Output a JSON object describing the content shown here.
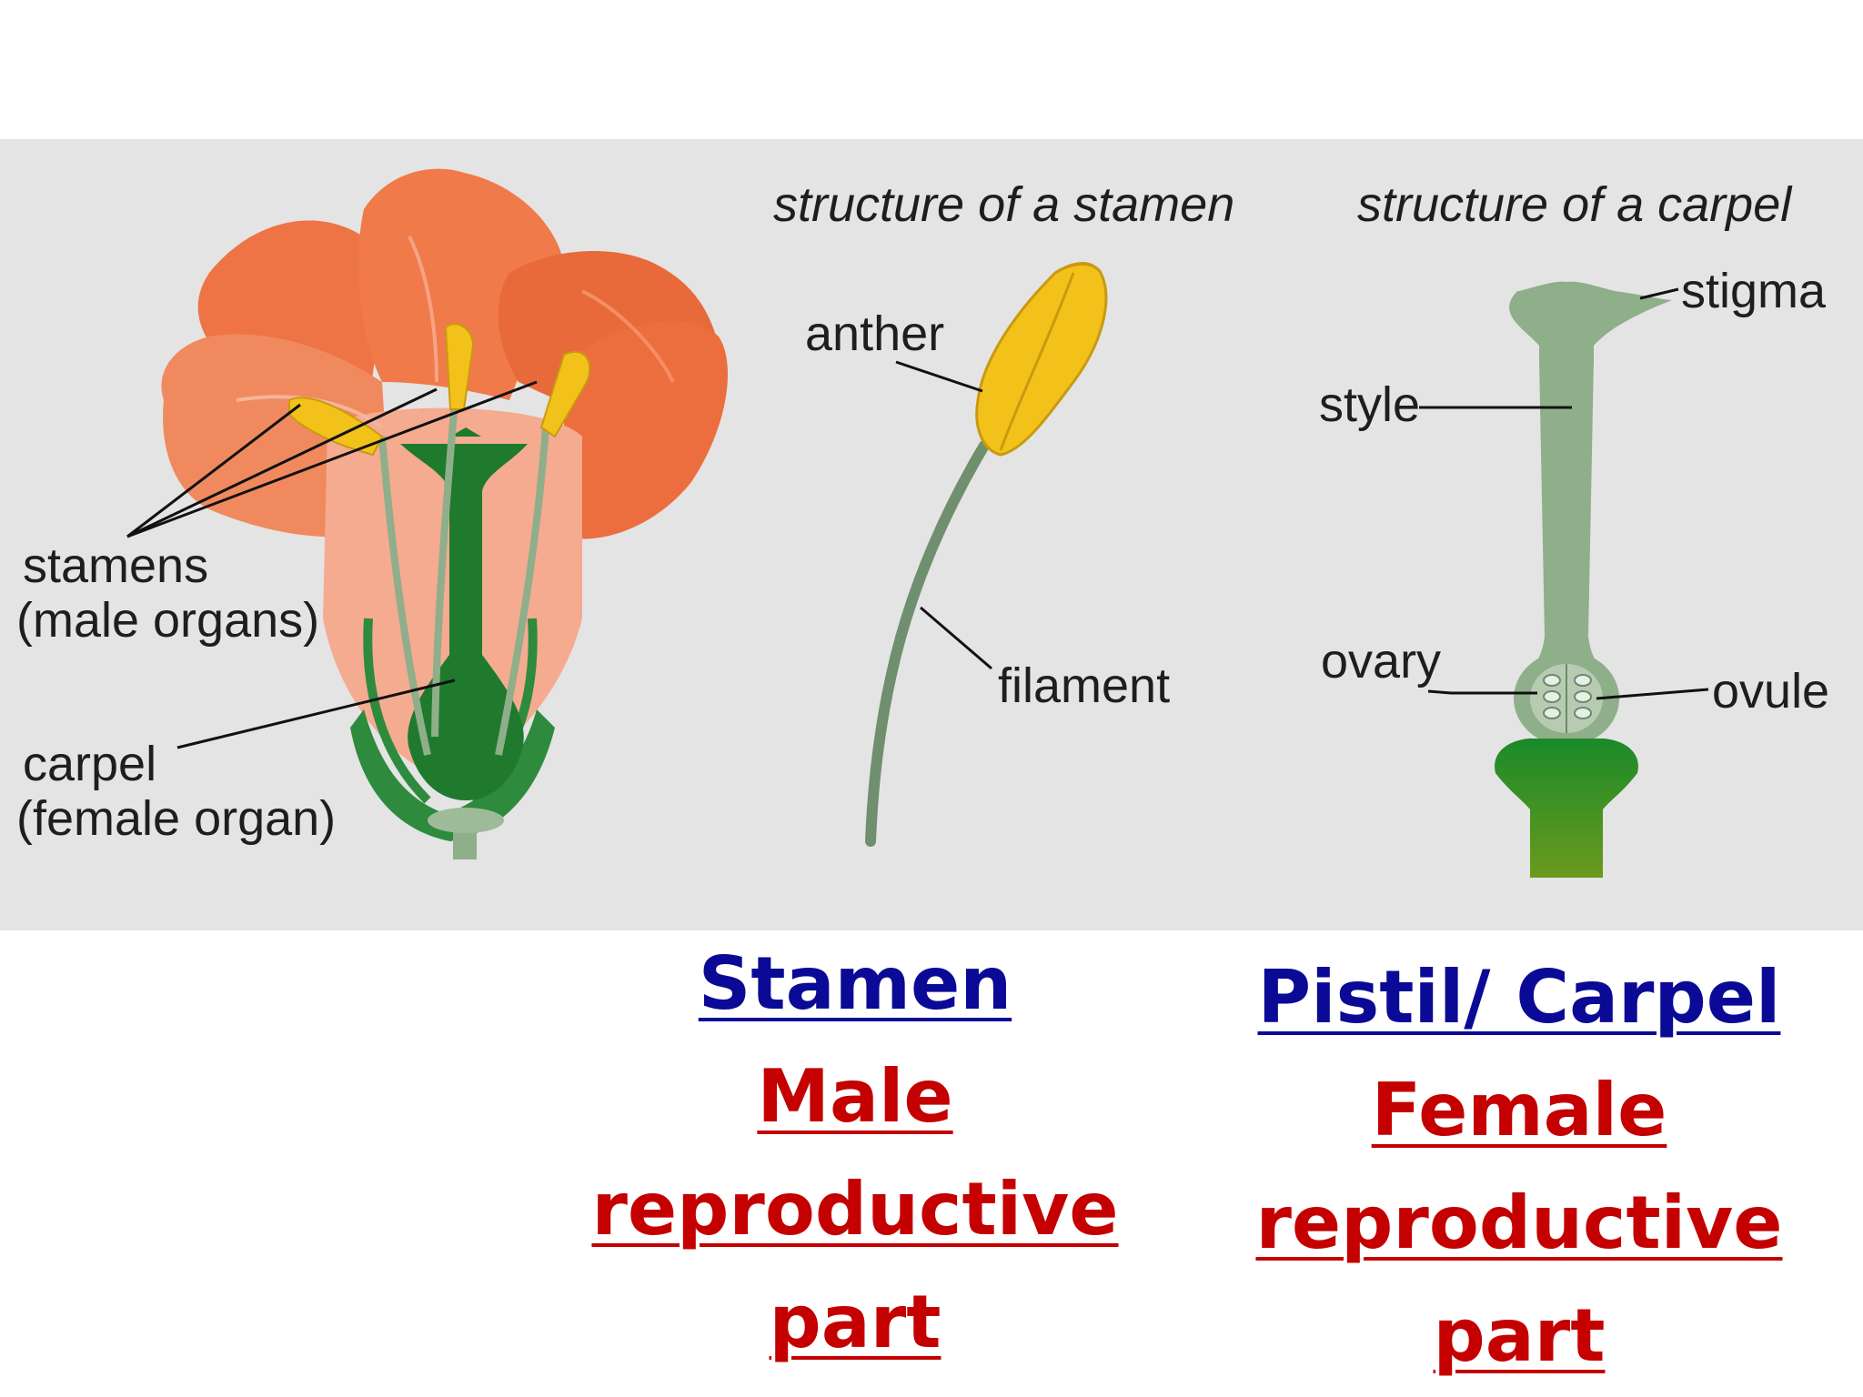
{
  "diagram": {
    "background_color": "#e4e4e4",
    "headings": {
      "stamen": "structure of a stamen",
      "carpel": "structure of a carpel"
    },
    "flower_labels": {
      "stamens_line1": "stamens",
      "stamens_line2": "(male organs)",
      "carpel_line1": "carpel",
      "carpel_line2": "(female organ)"
    },
    "stamen_labels": {
      "anther": "anther",
      "filament": "filament"
    },
    "carpel_labels": {
      "stigma": "stigma",
      "style": "style",
      "ovary": "ovary",
      "ovule": "ovule"
    },
    "colors": {
      "petal": "#f07a4a",
      "petal_inner": "#f5a98e",
      "anther": "#f2c21b",
      "filament": "#7fa07f",
      "carpel_dark": "#1f7a2e",
      "carpel_light": "#8fae8a"
    }
  },
  "captions": {
    "stamen": {
      "title": "Stamen",
      "line1": "Male",
      "line2": "reproductive",
      "line3": "part"
    },
    "carpel": {
      "title": "Pistil/ Carpel",
      "line1": "Female",
      "line2": "reproductive",
      "line3": "part"
    },
    "title_color": "#0a0a96",
    "desc_color": "#c40000"
  }
}
